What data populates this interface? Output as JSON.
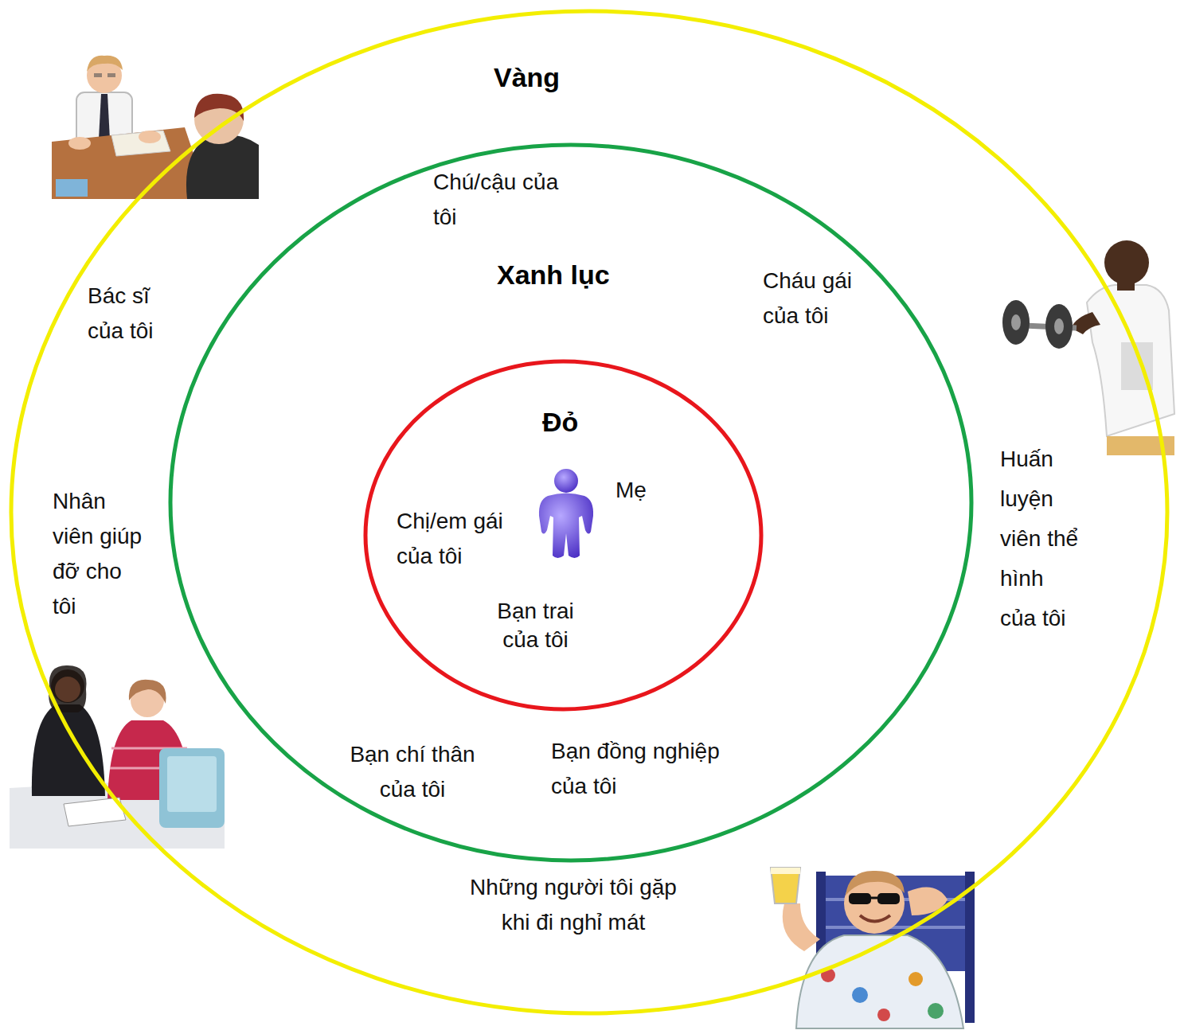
{
  "diagram": {
    "nodes": [
      {
        "text": [
          "Vàng",
          "Bác sĩ của tôi",
          "Nhân viên giúp đỡ cho tôi",
          "Huấn luyện viên thể hình của tôi",
          "Những người tôi gặp khi đi nghỉ mát"
        ]
      },
      {
        "text": [
          "Xanh lục",
          "Chú/cậu của tôi",
          "Cháu gái của tôi",
          "Bạn chí thân của tôi",
          "Bạn đồng nghiệp của tôi"
        ],
        "in": 0
      },
      {
        "text": [
          "Đỏ",
          "Mẹ",
          "Chị/em gái của tôi",
          "Bạn trai của tôi"
        ],
        "in": 1
      }
    ]
  }
}
